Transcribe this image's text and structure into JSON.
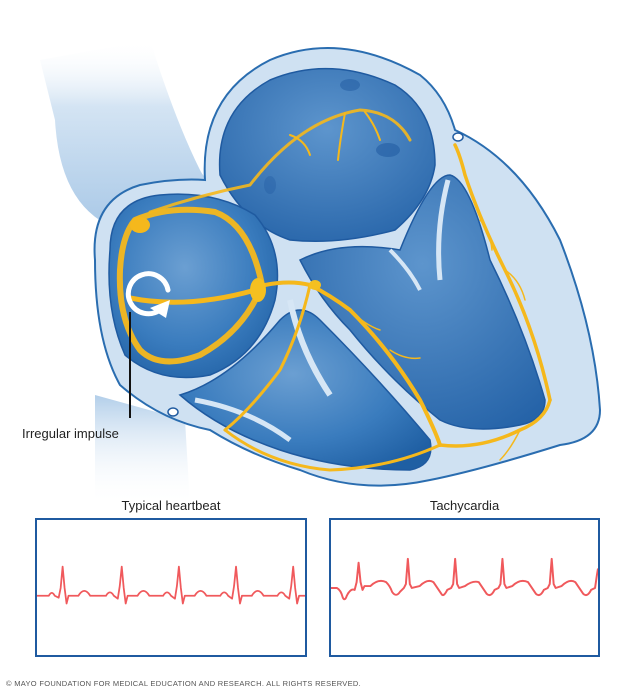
{
  "diagram": {
    "subject": "heart-conduction-system",
    "colors": {
      "heart_blue": "#2f73b5",
      "heart_light": "#d6e6f5",
      "wall_edge": "#1f5aa0",
      "conduction_yellow": "#f5b81c",
      "ecg_trace": "#f0595c",
      "box_border": "#1f5aa0"
    },
    "annotations": [
      {
        "id": "irregular-impulse",
        "text": "Irregular impulse",
        "icon": "circular-arrow-icon"
      }
    ]
  },
  "panels": [
    {
      "title": "Typical heartbeat",
      "rhythm": "normal",
      "beats": 5
    },
    {
      "title": "Tachycardia",
      "rhythm": "fast",
      "beats": 5
    }
  ],
  "footer": {
    "copyright": "© MAYO FOUNDATION FOR MEDICAL EDUCATION AND RESEARCH. ALL RIGHTS RESERVED."
  }
}
